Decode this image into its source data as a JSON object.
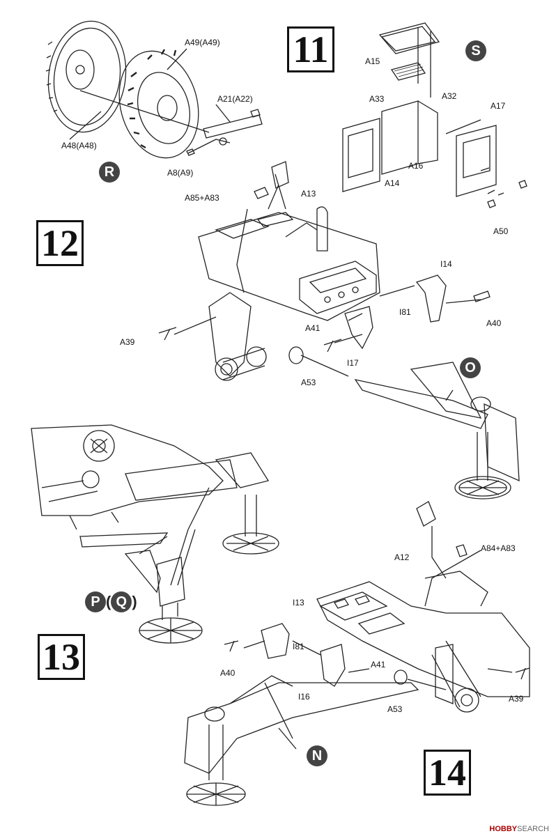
{
  "steps": {
    "s11": "11",
    "s12": "12",
    "s13": "13",
    "s14": "14"
  },
  "badges": {
    "S": "S",
    "R": "R",
    "O": "O",
    "N": "N",
    "P": "P",
    "Q": "Q"
  },
  "pq_open": "(",
  "pq_close": ")",
  "labels": {
    "a49": "A49(A49)",
    "a48": "A48(A48)",
    "a21": "A21(A22)",
    "a8": "A8(A9)",
    "a15": "A15",
    "a33": "A33",
    "a32": "A32",
    "a17": "A17",
    "a16": "A16",
    "a14": "A14",
    "a50": "A50",
    "a85": "A85+A83",
    "a13": "A13",
    "i14": "I14",
    "i81a": "I81",
    "a40a": "A40",
    "a41a": "A41",
    "a39a": "A39",
    "i17": "I17",
    "a53a": "A53",
    "a12": "A12",
    "a84": "A84+A83",
    "i13": "I13",
    "i81b": "I81",
    "a40b": "A40",
    "a41b": "A41",
    "i16": "I16",
    "a53b": "A53",
    "a39b": "A39"
  },
  "watermark": {
    "brand": "HOBBY",
    "rest": "SEARCH"
  },
  "colors": {
    "line": "#222222",
    "badge": "#444444"
  }
}
